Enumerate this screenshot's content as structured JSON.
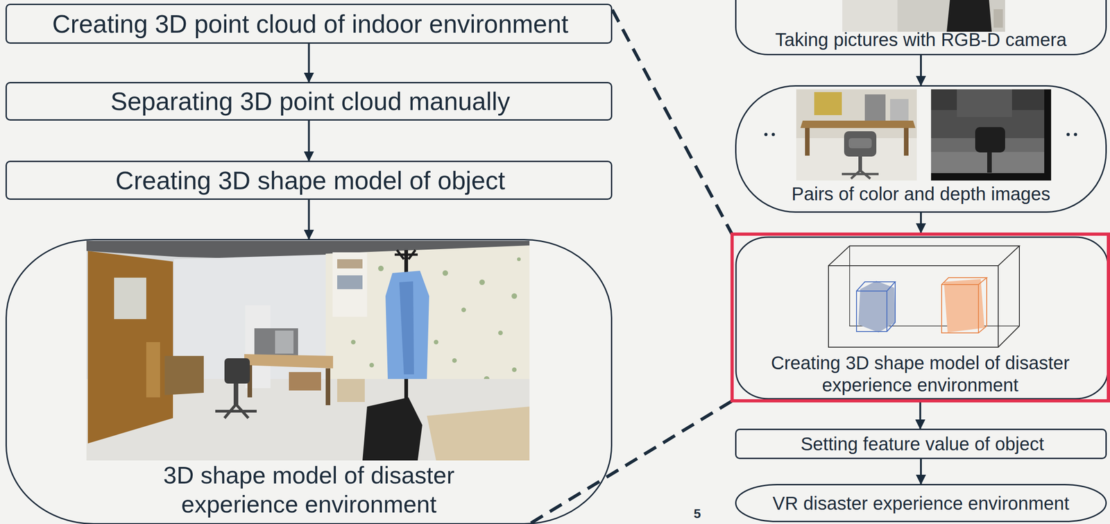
{
  "diagram": {
    "nodes": [
      {
        "text": [
          "Creating 3D point cloud of indoor environment"
        ]
      },
      {
        "text": [
          "Separating 3D point cloud manually"
        ]
      },
      {
        "text": [
          "Creating 3D shape model of object"
        ]
      },
      {
        "text": [
          "3D shape model of disaster experience environment"
        ]
      },
      {
        "text": [
          "Taking pictures with RGB-D camera"
        ]
      },
      {
        "text": [
          "Pairs of color and depth images"
        ]
      },
      {
        "text": [
          "Creating 3D shape model of disaster experience environment"
        ]
      },
      {
        "text": [
          "Setting feature value of object"
        ]
      },
      {
        "text": [
          "VR disaster experience environment"
        ]
      }
    ],
    "edges": [
      {
        "from": 0,
        "to": 1,
        "arrow": "to"
      },
      {
        "from": 1,
        "to": 2,
        "arrow": "to"
      },
      {
        "from": 2,
        "to": 3,
        "arrow": "to"
      },
      {
        "from": 4,
        "to": 5,
        "arrow": "to"
      },
      {
        "from": 5,
        "to": 6,
        "arrow": "to"
      },
      {
        "from": 6,
        "to": 7,
        "arrow": "to"
      },
      {
        "from": 7,
        "to": 8,
        "arrow": "to"
      },
      {
        "from": 0,
        "to": 6,
        "arrow": "none"
      },
      {
        "from": 3,
        "to": 6,
        "arrow": "none"
      }
    ],
    "labels": [
      "5"
    ]
  }
}
